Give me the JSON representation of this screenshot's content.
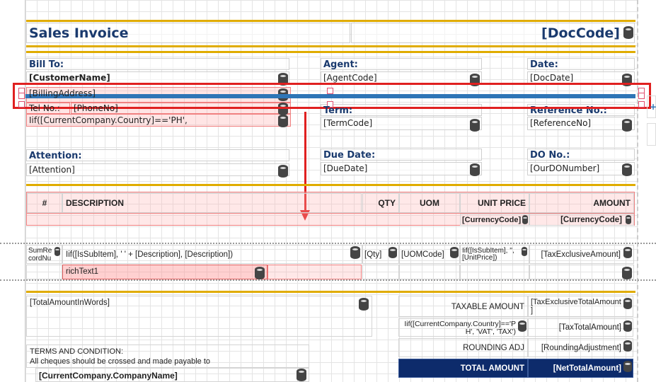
{
  "header": {
    "title": "Sales Invoice",
    "doc_code": "[DocCode]"
  },
  "bill_to": {
    "label": "Bill To:",
    "customer": "[CustomerName]",
    "address": "[BillingAddress]",
    "tel_label": "Tel No.:",
    "phone": "[PhoneNo]",
    "country_expr": "Iif([CurrentCompany.Country]=='PH',"
  },
  "attention": {
    "label": "Attention:",
    "value": "[Attention]"
  },
  "agent": {
    "label": "Agent:",
    "value": "[AgentCode]"
  },
  "term": {
    "label": "Term:",
    "value": "[TermCode]"
  },
  "due": {
    "label": "Due Date:",
    "value": "[DueDate]"
  },
  "date": {
    "label": "Date:",
    "value": "[DocDate]"
  },
  "ref": {
    "label": "Reference No.:",
    "value": "[ReferenceNo]"
  },
  "do": {
    "label": "DO No.:",
    "value": "[OurDONumber]"
  },
  "table": {
    "headers": [
      "#",
      "DESCRIPTION",
      "QTY",
      "UOM",
      "UNIT PRICE",
      "AMOUNT"
    ],
    "currency1": "[CurrencyCode]",
    "currency2": "[CurrencyCode]",
    "row": [
      "SumRecordNu",
      "Iif([IsSubItem], '   ' + [Description], [Description])",
      "[Qty]",
      "[UOMCode]",
      "Iif([IsSubItem], '', [UnitPrice])",
      "[TaxExclusiveAmount]"
    ],
    "rich": "richText1"
  },
  "footer": {
    "words": "[TotalAmountInWords]",
    "terms_title": "TERMS AND CONDITION:",
    "terms_text": "All cheques should be crossed and made payable to",
    "company": "[CurrentCompany.CompanyName]",
    "taxable_label": "TAXABLE AMOUNT",
    "taxable_value": "[TaxExclusiveTotalAmount]",
    "tax_label": "Iif([CurrentCompany.Country]=='PH', 'VAT', 'TAX')",
    "tax_value": "[TaxTotalAmount]",
    "rounding_label": "ROUNDING ADJ",
    "rounding_value": "[RoundingAdjustment]",
    "total_label": "TOTAL AMOUNT",
    "total_value": "[NetTotalAmount]"
  },
  "colors": {
    "title": "#1a3a6e",
    "gold": "#e0ac00",
    "selection": "#e02020",
    "band": "#2e75b6",
    "total_bg": "#0d2b6b"
  }
}
